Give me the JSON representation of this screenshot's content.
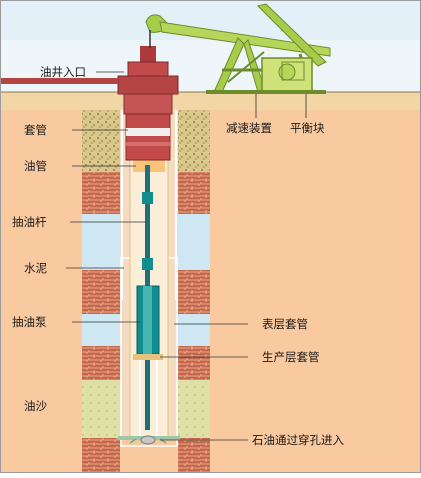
{
  "labels": {
    "well_inlet": "油井入口",
    "casing": "套管",
    "tubing": "油管",
    "sucker_rod": "抽油杆",
    "cement": "水泥",
    "oil_pump": "抽油泵",
    "oil_sand": "油沙",
    "reducer": "减速装置",
    "counterweight": "平衡块",
    "surface_casing": "表层套管",
    "production_casing": "生产层套管",
    "perforation": "石油通过穿孔进入"
  },
  "colors": {
    "sky": "#dfeef6",
    "earth": "#f8c9a0",
    "pumpjack": "#a6cc4a",
    "wellhead": "#c24a4a",
    "cement": "#d7a06a",
    "oil_sand": "#dfe0a6",
    "water_layer": "#cfe7f3",
    "rod": "#0f8d8f"
  }
}
